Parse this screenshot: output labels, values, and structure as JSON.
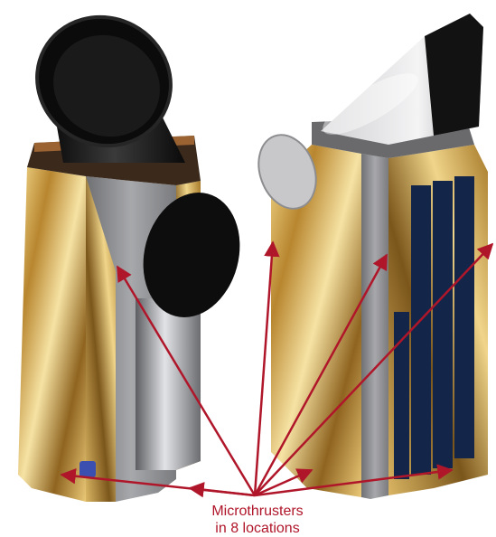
{
  "figure": {
    "caption_line1": "Microthrusters",
    "caption_line2": "in 8 locations"
  },
  "colors": {
    "arrow": "#b0162a",
    "gold_foil": "#c9a24a",
    "solar_panel": "#13264a",
    "tube_black": "#111111",
    "grey_panel": "#8e8e90"
  },
  "labels": {
    "spacecraft_left": "spacecraft-view-1",
    "spacecraft_right": "spacecraft-view-2"
  }
}
